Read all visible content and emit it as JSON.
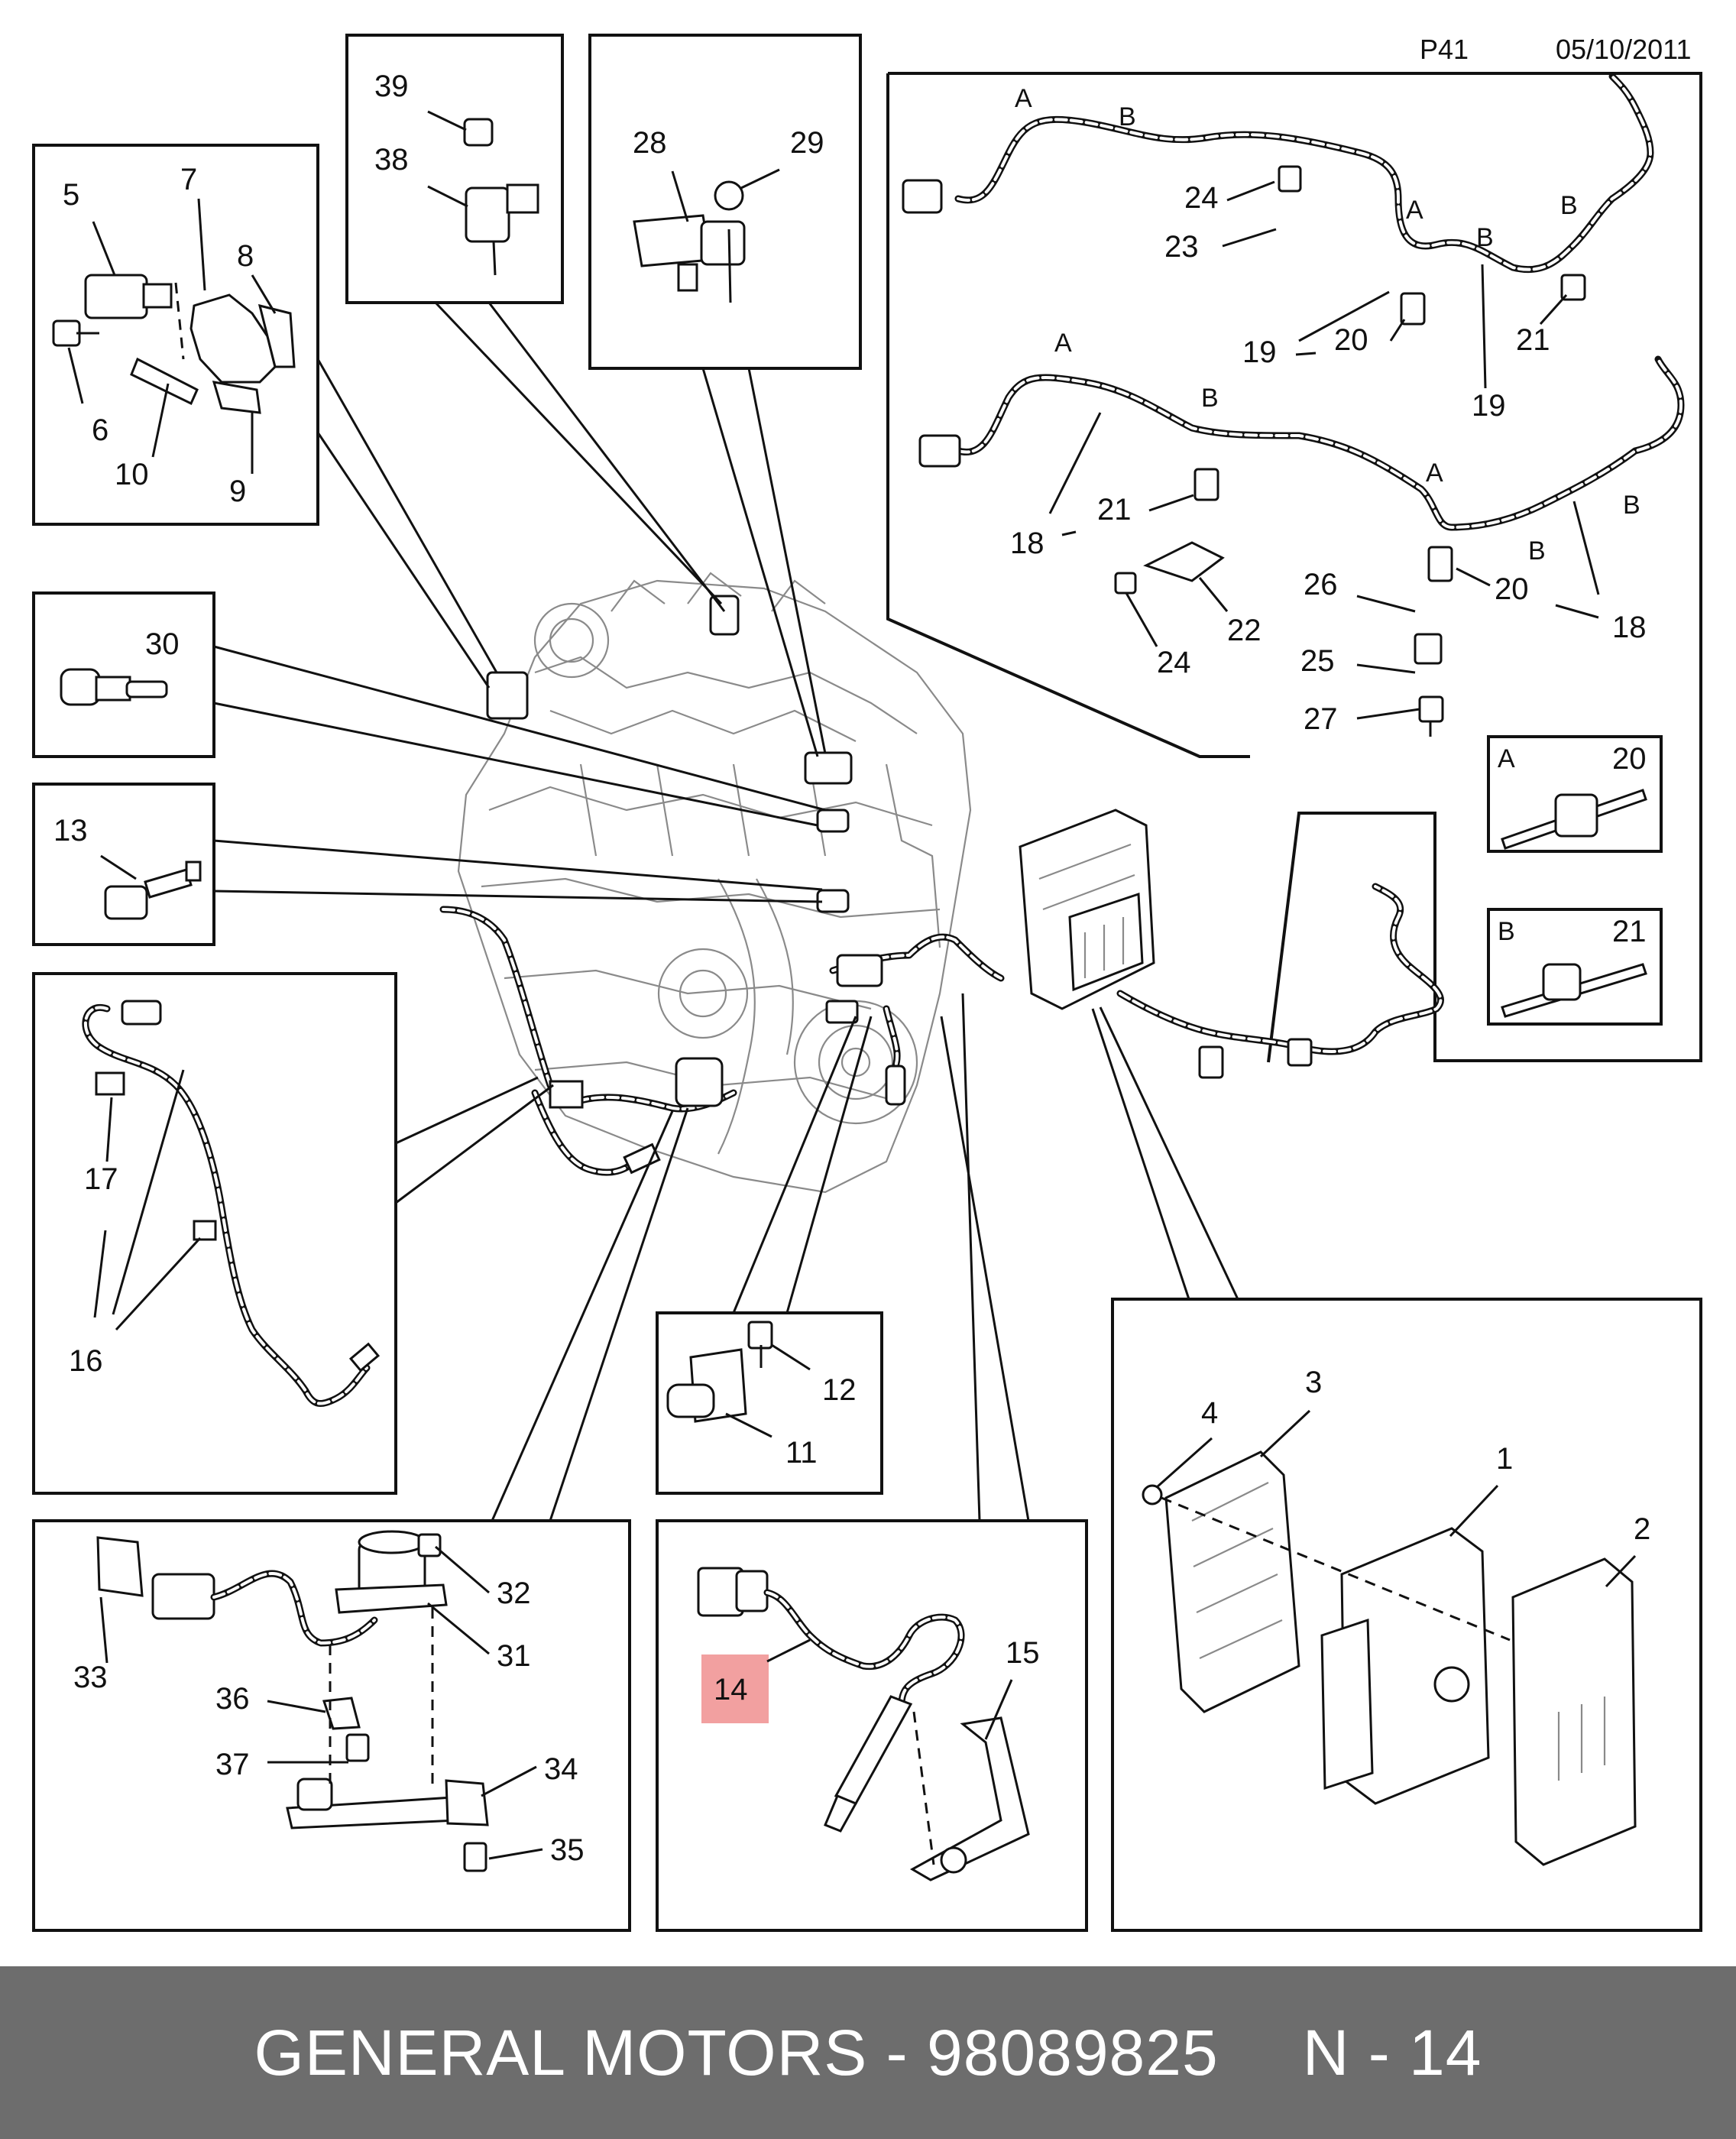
{
  "header": {
    "page_code": "P41",
    "date": "05/10/2011"
  },
  "highlight": {
    "part_number": "14",
    "color": "#f2a0a0"
  },
  "callouts": {
    "n1": "1",
    "n2": "2",
    "n3": "3",
    "n4": "4",
    "n5": "5",
    "n6": "6",
    "n7": "7",
    "n8": "8",
    "n9": "9",
    "n10": "10",
    "n11": "11",
    "n12": "12",
    "n13": "13",
    "n15": "15",
    "n16": "16",
    "n17": "17",
    "n18": "18",
    "n19": "19",
    "n20": "20",
    "n21": "21",
    "n22": "22",
    "n23": "23",
    "n24": "24",
    "n25": "25",
    "n26": "26",
    "n27": "27",
    "n28": "28",
    "n29": "29",
    "n30": "30",
    "n31": "31",
    "n32": "32",
    "n33": "33",
    "n34": "34",
    "n35": "35",
    "n36": "36",
    "n37": "37",
    "n38": "38",
    "n39": "39"
  },
  "clip_markers": {
    "a": "A",
    "b": "B"
  },
  "footer": {
    "text": "GENERAL MOTORS - 98089825",
    "page": "N - 14",
    "background": "#6d6d6d"
  }
}
